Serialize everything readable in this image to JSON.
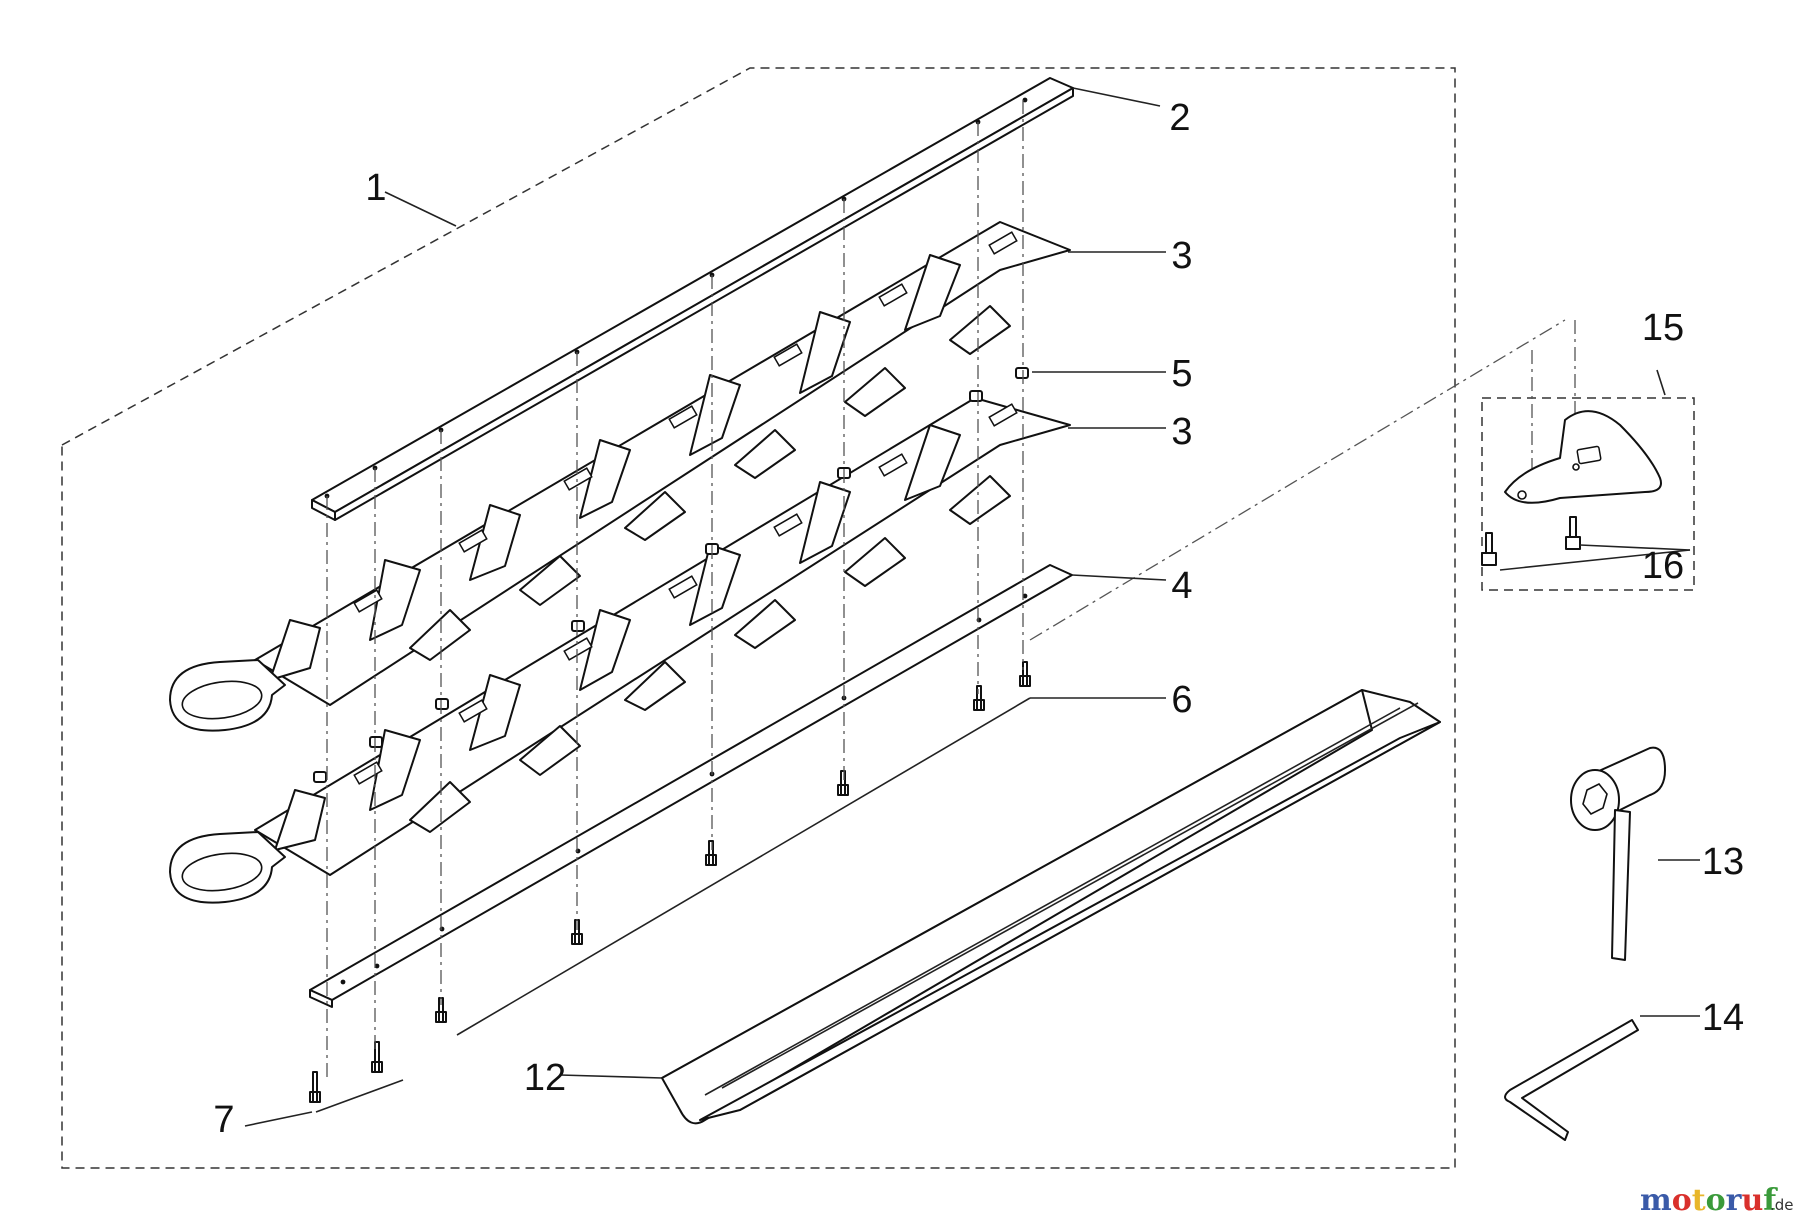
{
  "diagram": {
    "callouts": [
      {
        "id": "1",
        "text": "1"
      },
      {
        "id": "2",
        "text": "2"
      },
      {
        "id": "3a",
        "text": "3"
      },
      {
        "id": "3b",
        "text": "3"
      },
      {
        "id": "4",
        "text": "4"
      },
      {
        "id": "5",
        "text": "5"
      },
      {
        "id": "6",
        "text": "6"
      },
      {
        "id": "7",
        "text": "7"
      },
      {
        "id": "12",
        "text": "12"
      },
      {
        "id": "13",
        "text": "13"
      },
      {
        "id": "14",
        "text": "14"
      },
      {
        "id": "15",
        "text": "15"
      },
      {
        "id": "16",
        "text": "16"
      }
    ]
  },
  "watermark": {
    "brand": "motoruf",
    "suffix": ".de",
    "colors": [
      "#3a5aa8",
      "#d9302c",
      "#e8b62a",
      "#3a9a3a",
      "#3a5aa8",
      "#d9302c",
      "#3a9a3a"
    ]
  }
}
